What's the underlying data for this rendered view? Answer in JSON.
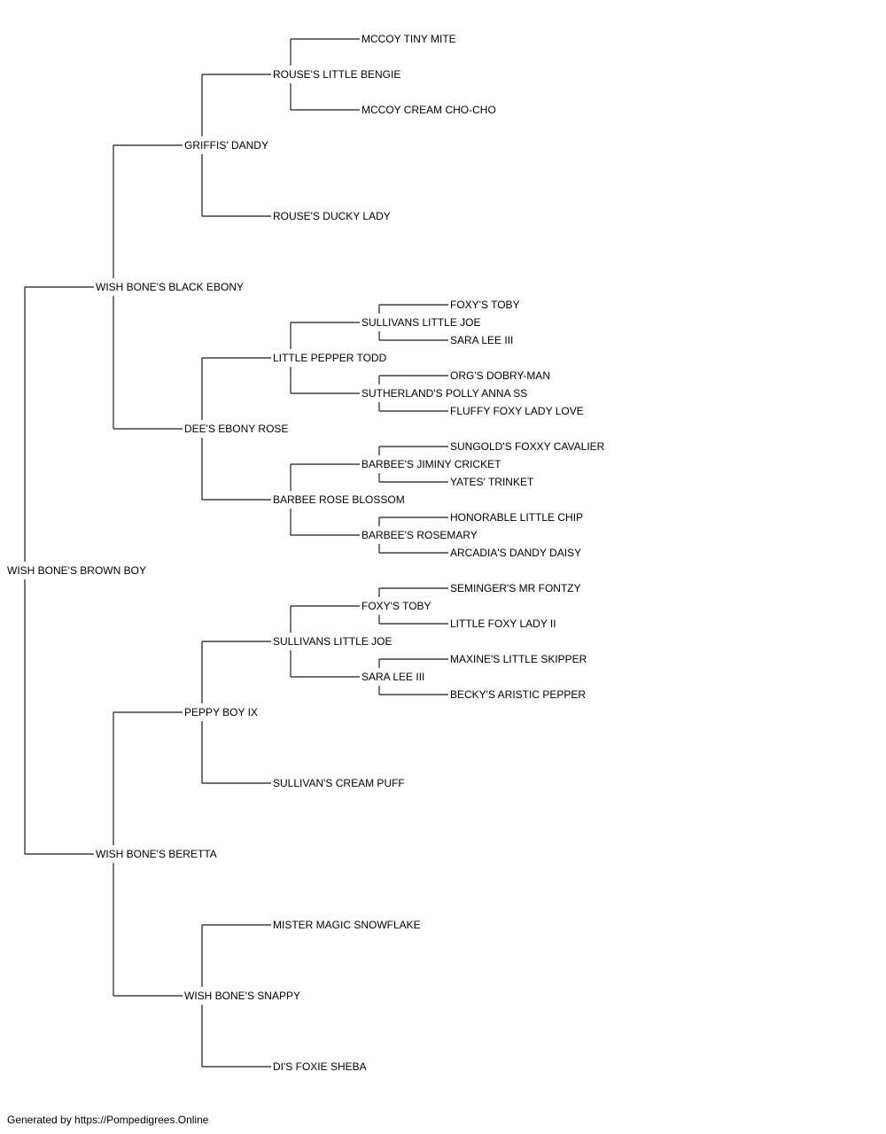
{
  "pedigree": {
    "name": "WISH BONE'S BROWN BOY",
    "sire": {
      "name": "WISH BONE'S BLACK EBONY",
      "sire": {
        "name": "GRIFFIS' DANDY",
        "sire": {
          "name": "ROUSE'S LITTLE BENGIE",
          "sire": {
            "name": "MCCOY TINY MITE"
          },
          "dam": {
            "name": "MCCOY CREAM CHO-CHO"
          }
        },
        "dam": {
          "name": "ROUSE'S DUCKY LADY"
        }
      },
      "dam": {
        "name": "DEE'S EBONY ROSE",
        "sire": {
          "name": "LITTLE PEPPER TODD",
          "sire": {
            "name": "SULLIVANS LITTLE JOE",
            "sire": {
              "name": "FOXY'S TOBY"
            },
            "dam": {
              "name": "SARA LEE III"
            }
          },
          "dam": {
            "name": "SUTHERLAND'S POLLY ANNA SS",
            "sire": {
              "name": "ORG'S DOBRY-MAN"
            },
            "dam": {
              "name": "FLUFFY FOXY LADY LOVE"
            }
          }
        },
        "dam": {
          "name": "BARBEE ROSE BLOSSOM",
          "sire": {
            "name": "BARBEE'S JIMINY CRICKET",
            "sire": {
              "name": "SUNGOLD'S FOXXY CAVALIER"
            },
            "dam": {
              "name": "YATES' TRINKET"
            }
          },
          "dam": {
            "name": "BARBEE'S ROSEMARY",
            "sire": {
              "name": "HONORABLE LITTLE CHIP"
            },
            "dam": {
              "name": "ARCADIA'S DANDY DAISY"
            }
          }
        }
      }
    },
    "dam": {
      "name": "WISH BONE'S BERETTA",
      "sire": {
        "name": "PEPPY BOY IX",
        "sire": {
          "name": "SULLIVANS LITTLE JOE",
          "sire": {
            "name": "FOXY'S TOBY",
            "sire": {
              "name": "SEMINGER'S MR FONTZY"
            },
            "dam": {
              "name": "LITTLE FOXY LADY II"
            }
          },
          "dam": {
            "name": "SARA LEE III",
            "sire": {
              "name": "MAXINE'S LITTLE SKIPPER"
            },
            "dam": {
              "name": "BECKY'S ARISTIC PEPPER"
            }
          }
        },
        "dam": {
          "name": "SULLIVAN'S CREAM PUFF"
        }
      },
      "dam": {
        "name": "WISH BONE'S SNAPPY",
        "sire": {
          "name": "MISTER MAGIC SNOWFLAKE"
        },
        "dam": {
          "name": "DI'S FOXIE SHEBA"
        }
      }
    }
  },
  "footer": "Generated by https://Pompedigrees.Online"
}
